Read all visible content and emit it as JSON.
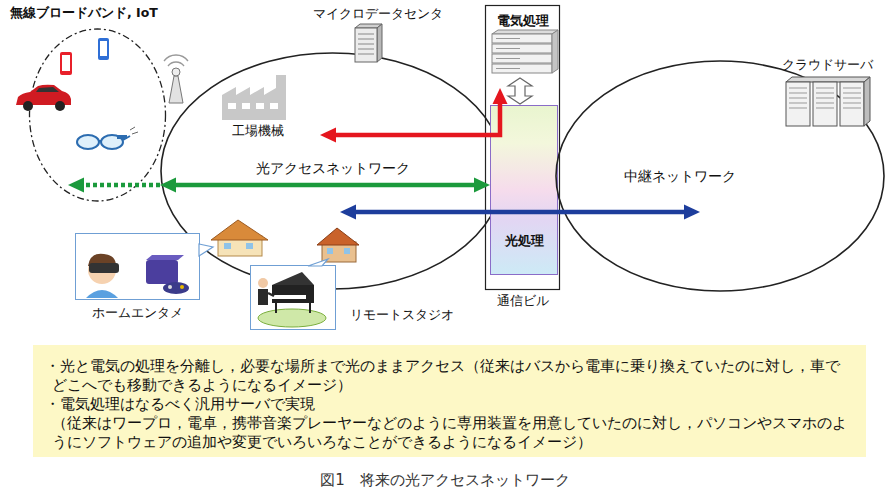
{
  "diagram": {
    "caption": "図1　将来の光アクセスネットワーク",
    "nodes": [
      {
        "text": [
          "無線ブロードバンド, IoT"
        ]
      },
      {
        "text": [
          "光アクセスネットワーク"
        ]
      },
      {
        "text": [
          "工場機械"
        ],
        "in": 1
      },
      {
        "text": [
          "電気処理",
          "通信ビル"
        ]
      },
      {
        "text": [
          "光処理"
        ],
        "in": 3
      },
      {
        "text": [
          "中継ネットワーク"
        ]
      },
      {
        "text": [
          "ホームエンタメ"
        ]
      },
      {
        "text": [
          "リモートスタジオ"
        ]
      },
      {
        "text": [
          "・光と電気の処理を分離し，必要な場所まで光のままアクセス（従来はバスから電車に乗り換えていたのに対し，車でどこへでも移動できるようになるイメージ）",
          "・電気処理はなるべく汎用サーバで実現",
          "（従来はワープロ，電卓，携帯音楽プレーヤーなどのように専用装置を用意していたのに対し，パソコンやスマホのようにソフトウェアの追加や変更でいろいろなことができるようになるイメージ）"
        ]
      }
    ],
    "edges": [
      {
        "from": 2,
        "to": 3,
        "arrow": "both"
      },
      {
        "from": 4,
        "to": 0,
        "arrow": "both"
      },
      {
        "from": 1,
        "to": 5,
        "arrow": "both"
      }
    ],
    "labels": [
      "マイクロデータセンタ",
      "クラウドサーバ"
    ]
  }
}
